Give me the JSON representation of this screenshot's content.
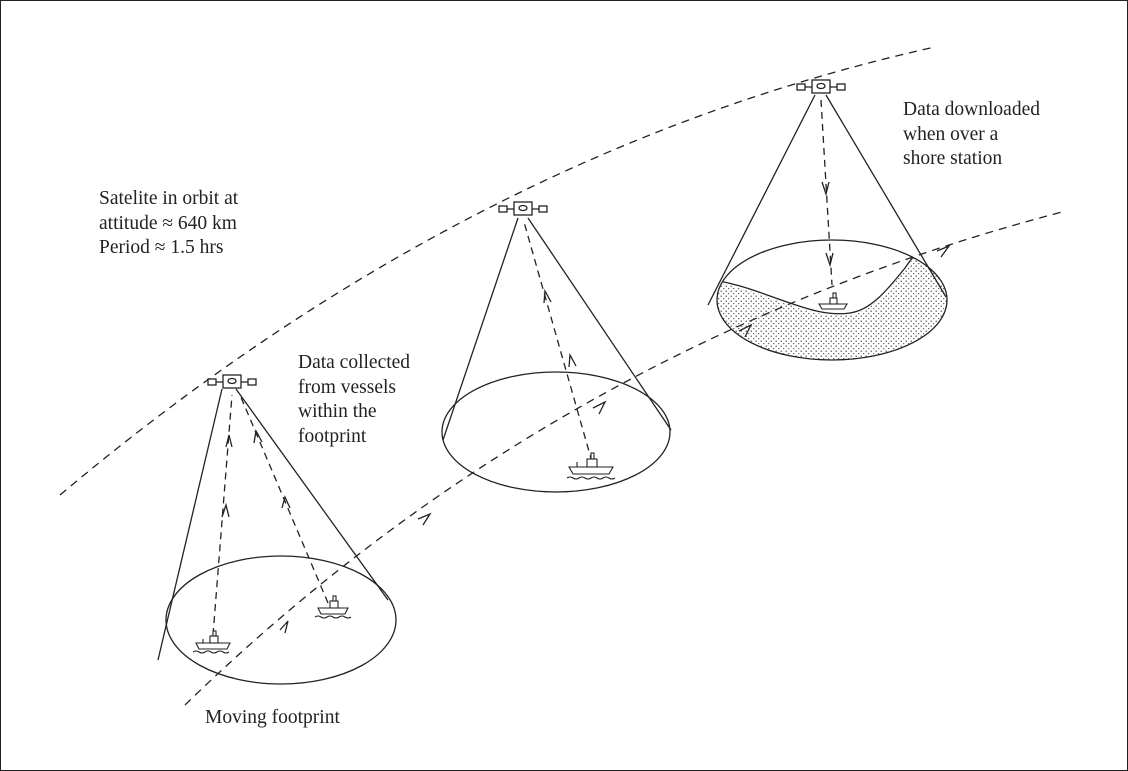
{
  "labels": {
    "orbit_info": [
      "Satelite in orbit at",
      "attitude ≈ 640 km",
      "Period ≈ 1.5 hrs"
    ],
    "data_collected": [
      "Data collected",
      "from vessels",
      "within the",
      "footprint"
    ],
    "data_downloaded": [
      "Data downloaded",
      "when over a",
      "shore station"
    ],
    "moving_footprint": "Moving footprint"
  },
  "colors": {
    "ink": "#222222",
    "background": "#ffffff",
    "land_stipple": "#444444"
  },
  "icons": [
    "satellite-icon",
    "ship-icon",
    "arrow-icon"
  ]
}
